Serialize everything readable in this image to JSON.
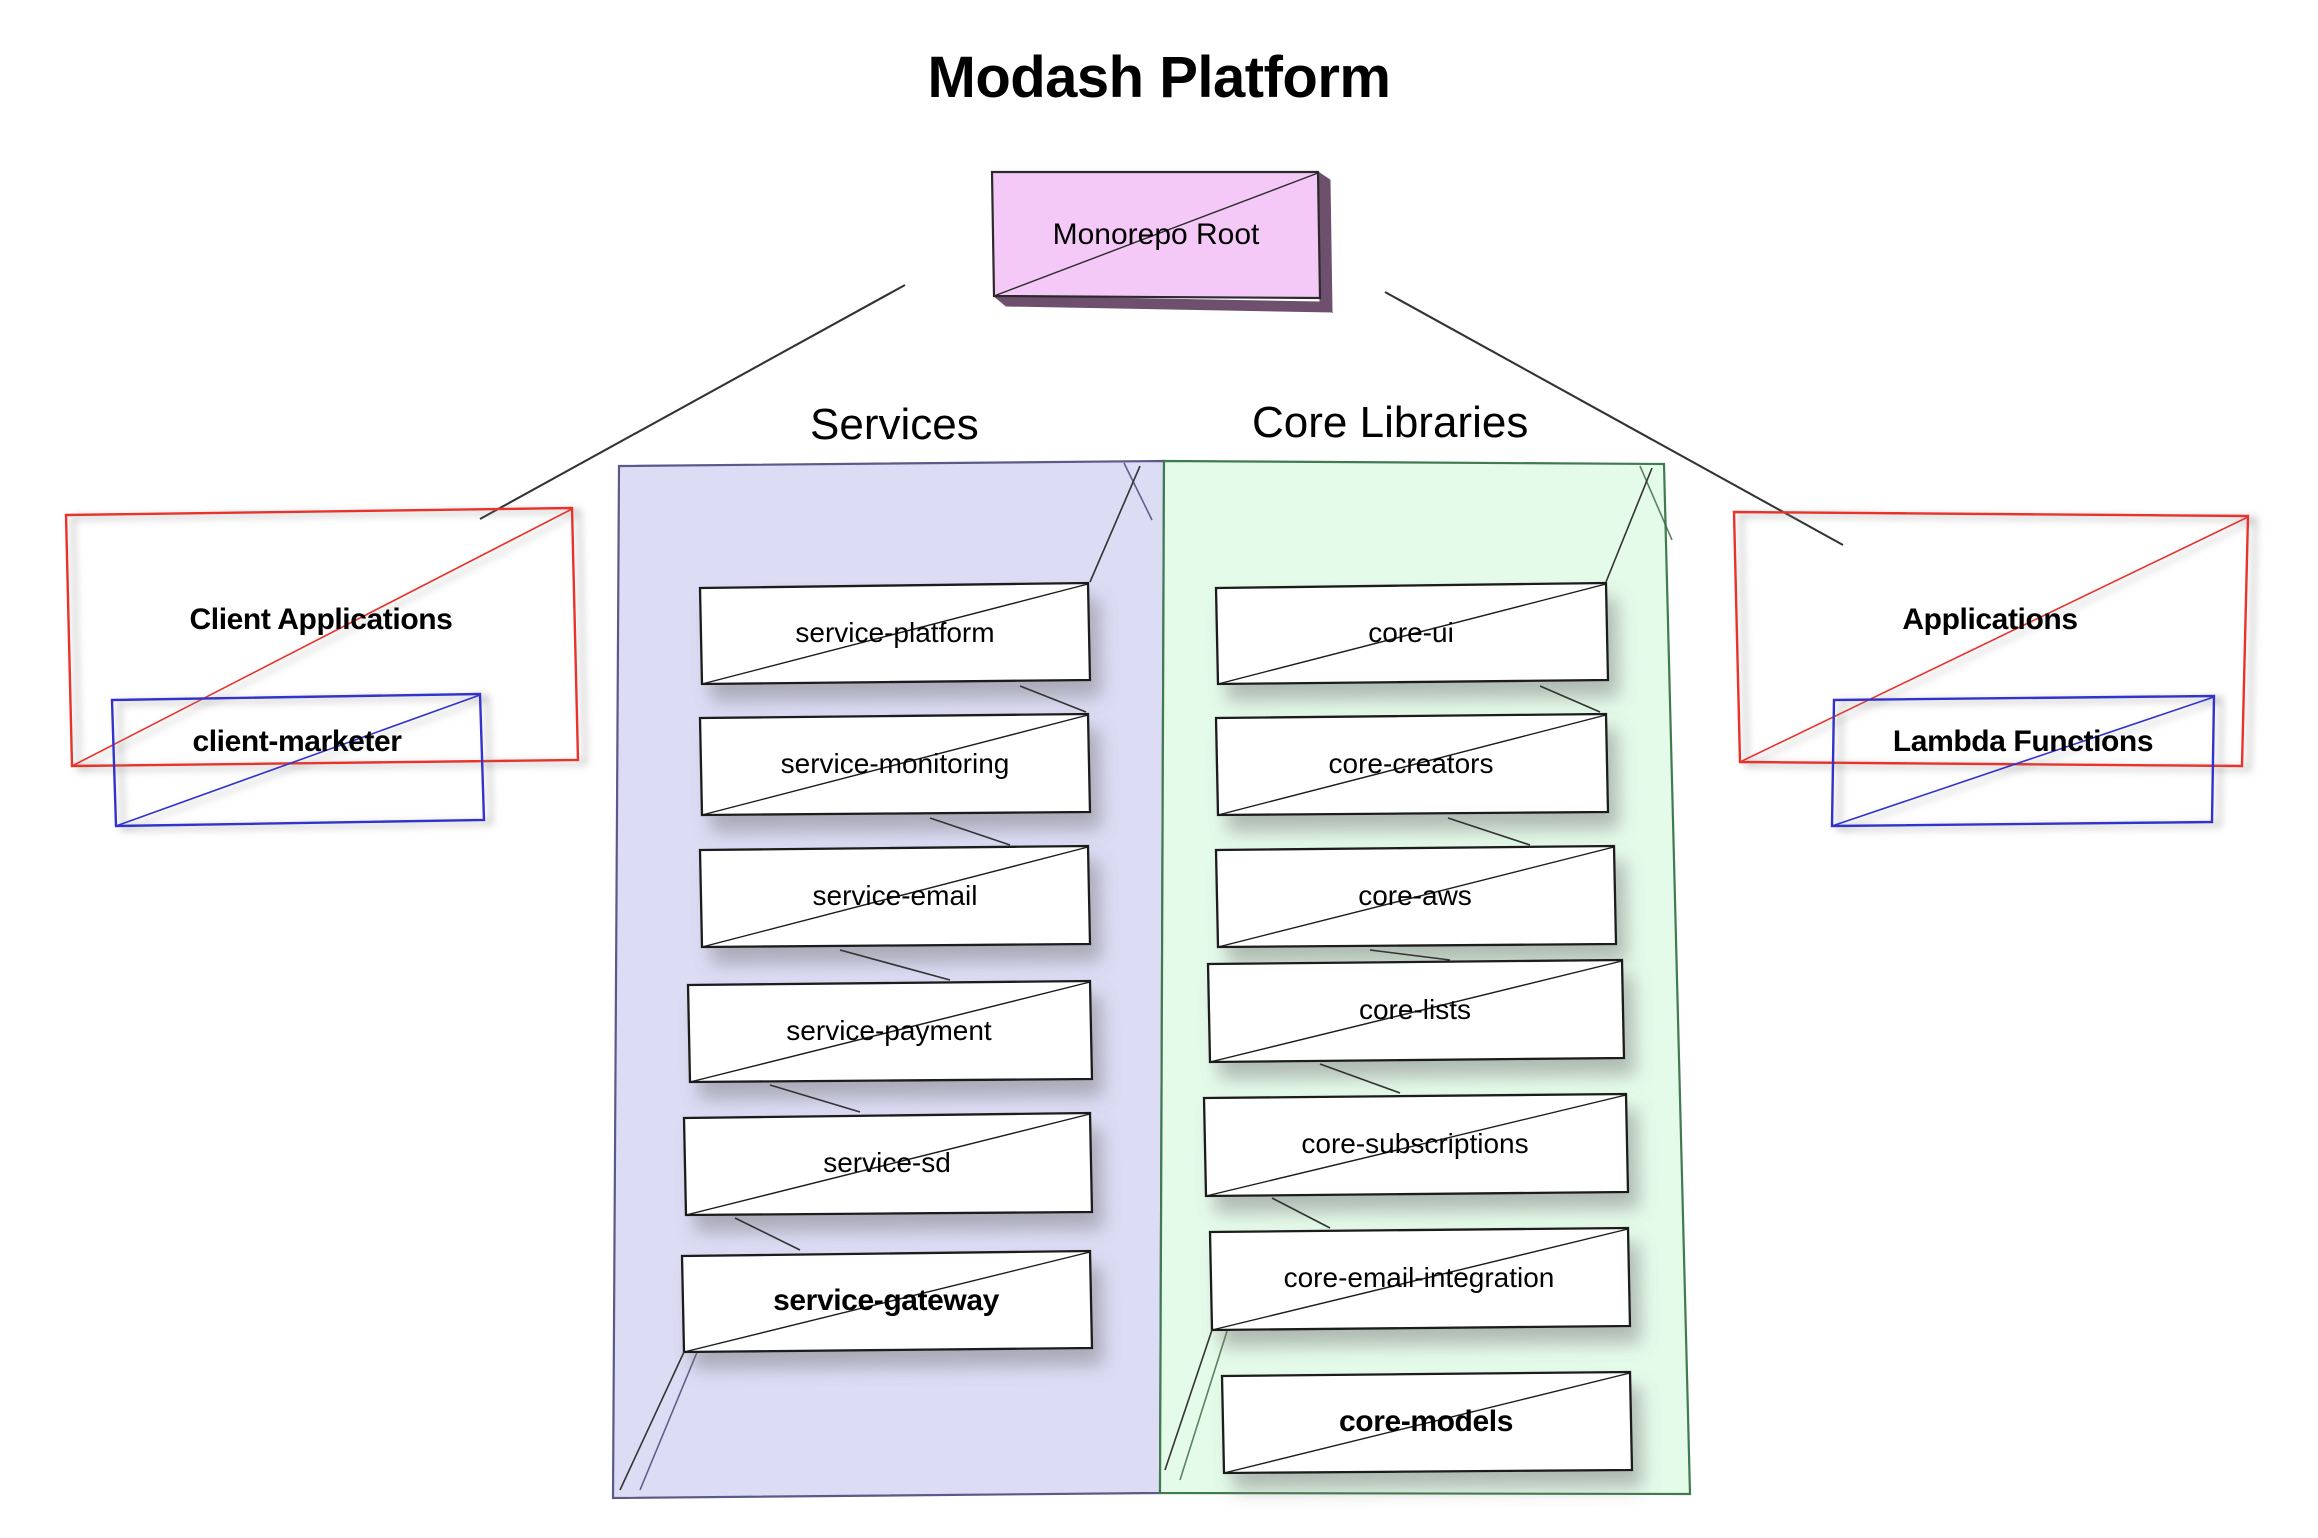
{
  "title": "Modash Platform",
  "root": {
    "label": "Monorepo Root",
    "fill": "#f5c9f7",
    "stroke": "#2b2b2b",
    "shadow": "#6e4f6e"
  },
  "groups": [
    {
      "id": "services",
      "label": "Services",
      "fill": "#dcdcf5",
      "stroke": "#5a5a8a",
      "nodes": [
        {
          "label": "service-platform"
        },
        {
          "label": "service-monitoring"
        },
        {
          "label": "service-email"
        },
        {
          "label": "service-payment"
        },
        {
          "label": "service-sd"
        },
        {
          "label": "service-gateway"
        }
      ]
    },
    {
      "id": "core-libraries",
      "label": "Core Libraries",
      "fill": "#e5fbea",
      "stroke": "#3f7a50",
      "nodes": [
        {
          "label": "core-ui"
        },
        {
          "label": "core-creators"
        },
        {
          "label": "core-aws"
        },
        {
          "label": "core-lists"
        },
        {
          "label": "core-subscriptions"
        },
        {
          "label": "core-email-integration"
        },
        {
          "label": "core-models"
        }
      ]
    }
  ],
  "side_groups": [
    {
      "id": "client-applications",
      "label": "Client Applications",
      "stroke": "#e8312a",
      "child": {
        "label": "client-marketer",
        "stroke": "#3333cc"
      }
    },
    {
      "id": "applications",
      "label": "Applications",
      "stroke": "#e8312a",
      "child": {
        "label": "Lambda Functions",
        "stroke": "#3333cc"
      }
    }
  ],
  "node_style": {
    "fill": "#ffffff",
    "stroke": "#1a1a1a",
    "diagonal": "#1a1a1a"
  },
  "connector_color": "#333333"
}
